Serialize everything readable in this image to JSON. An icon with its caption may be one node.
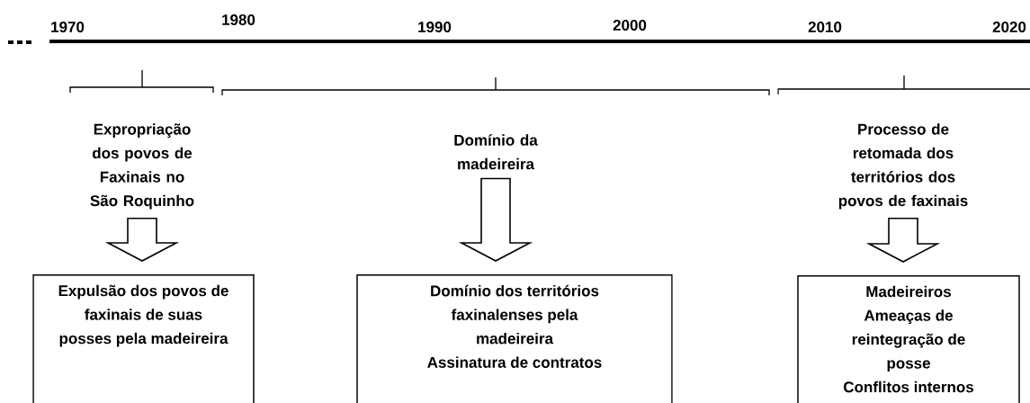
{
  "diagram": {
    "nodes": [
      {
        "text": [
          "Expropriação dos povos de Faxinais no São Roquinho"
        ]
      },
      {
        "text": [
          "Domínio da madeireira"
        ]
      },
      {
        "text": [
          "Processo de retomada dos territórios dos povos de faxinais"
        ]
      },
      {
        "text": [
          "Expulsão dos povos de faxinais de suas posses pela madeireira"
        ]
      },
      {
        "text": [
          "Domínio dos territórios faxinalenses pela madeireira",
          "Assinatura de contratos"
        ]
      },
      {
        "text": [
          "Madeireiros",
          "Ameaças de reintegração de posse",
          "Conflitos internos"
        ]
      }
    ],
    "edges": [
      {
        "from": 0,
        "to": 3,
        "arrow": "to"
      },
      {
        "from": 1,
        "to": 4,
        "arrow": "to"
      },
      {
        "from": 2,
        "to": 5,
        "arrow": "to"
      }
    ],
    "labels": [
      "1970",
      "1980",
      "1990",
      "2000",
      "2010",
      "2020"
    ]
  }
}
